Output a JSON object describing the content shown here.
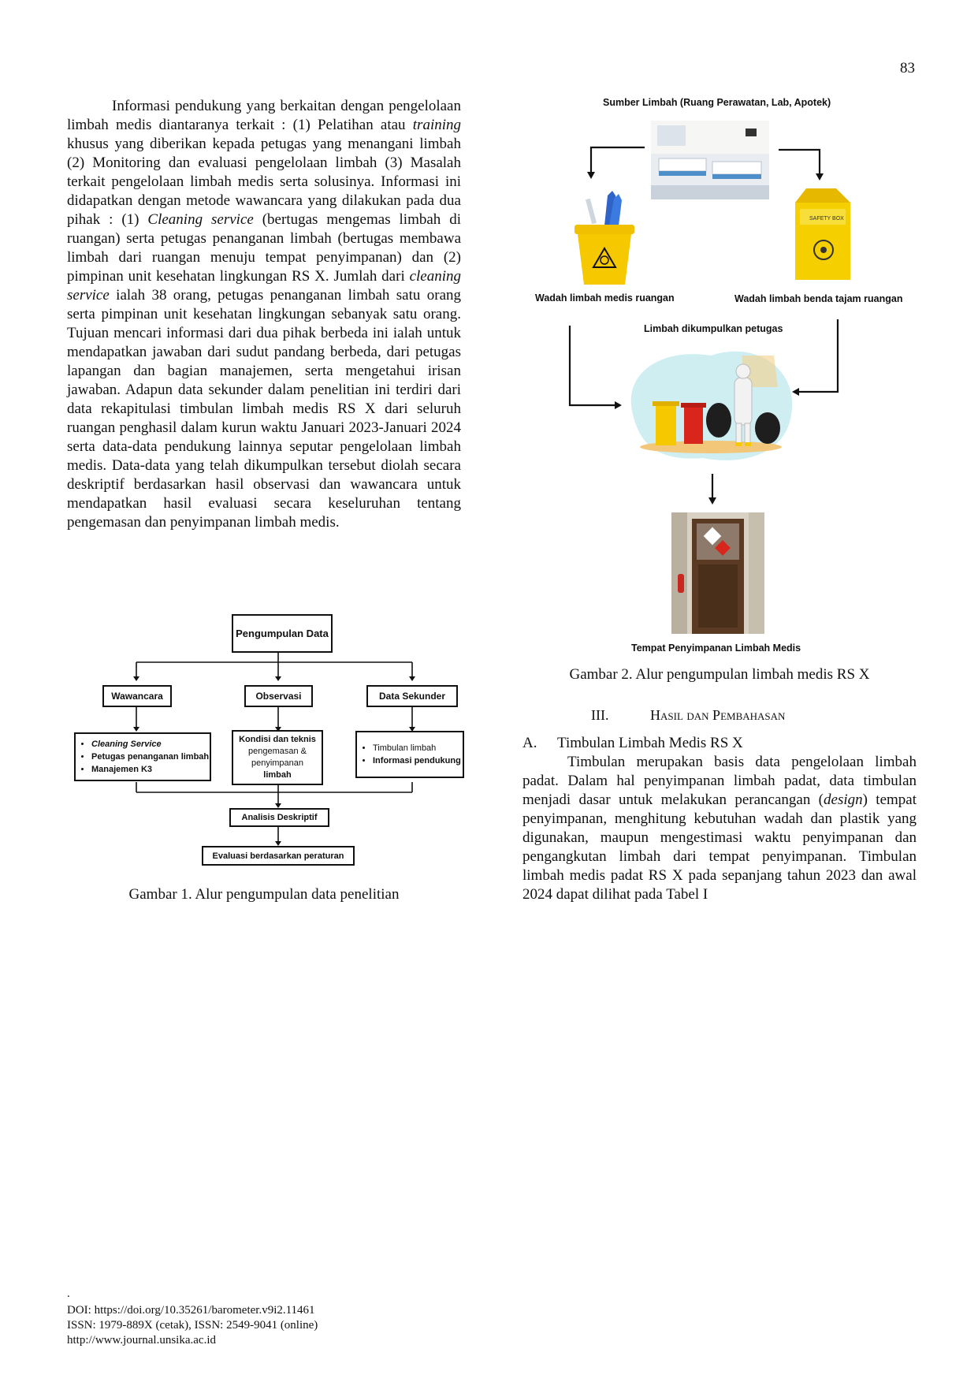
{
  "page_number": "83",
  "left_column": {
    "paragraph_segments": [
      {
        "t": "Informasi pendukung yang berkaitan dengan pengelolaan limbah medis diantaranya terkait : (1) Pelatihan atau ",
        "i": false
      },
      {
        "t": "training",
        "i": true
      },
      {
        "t": " khusus yang diberikan kepada petugas yang menangani limbah (2) Monitoring dan evaluasi pengelolaan limbah (3) Masalah terkait pengelolaan limbah medis serta solusinya. Informasi ini didapatkan dengan metode wawancara yang dilakukan pada dua pihak : (1) ",
        "i": false
      },
      {
        "t": "Cleaning service",
        "i": true
      },
      {
        "t": " (bertugas mengemas limbah di ruangan) serta petugas penanganan limbah (bertugas membawa limbah dari ruangan menuju tempat penyimpanan) dan (2) pimpinan unit kesehatan lingkungan RS X. Jumlah dari ",
        "i": false
      },
      {
        "t": "cleaning service",
        "i": true
      },
      {
        "t": " ialah 38 orang, petugas penanganan limbah satu orang serta pimpinan unit kesehatan lingkungan sebanyak satu orang. Tujuan mencari informasi dari dua pihak berbeda ini ialah untuk mendapatkan jawaban dari sudut pandang berbeda, dari petugas lapangan dan bagian manajemen, serta mengetahui irisan jawaban. Adapun data sekunder dalam penelitian ini terdiri dari data rekapitulasi timbulan limbah medis RS X dari seluruh ruangan penghasil dalam kurun waktu Januari 2023-Januari 2024 serta data-data pendukung lainnya seputar pengelolaan limbah medis. Data-data yang telah dikumpulkan tersebut diolah secara deskriptif berdasarkan hasil observasi dan wawancara untuk mendapatkan hasil evaluasi secara keseluruhan tentang pengemasan dan penyimpanan limbah medis.",
        "i": false
      }
    ]
  },
  "figure1": {
    "top": "Pengumpulan Data",
    "wawancara": "Wawancara",
    "observasi": "Observasi",
    "data_sekunder": "Data Sekunder",
    "wawancara_items": [
      "Cleaning Service",
      "Petugas penanganan limbah",
      "Manajemen K3"
    ],
    "observasi_detail": [
      "Kondisi dan teknis",
      "pengemasan &",
      "penyimpanan",
      "limbah"
    ],
    "sekunder_items": [
      "Timbulan limbah",
      "Informasi pendukung"
    ],
    "analisis": "Analisis Deskriptif",
    "evaluasi": "Evaluasi berdasarkan peraturan",
    "caption": "Gambar 1. Alur pengumpulan data penelitian"
  },
  "figure2": {
    "source": "Sumber Limbah (Ruang Perawatan, Lab, Apotek)",
    "wadah_medis": "Wadah limbah medis ruangan",
    "wadah_tajam": "Wadah limbah benda tajam ruangan",
    "collected": "Limbah dikumpulkan petugas",
    "storage": "Tempat Penyimpanan Limbah Medis",
    "safety_box": "SAFETY BOX",
    "caption": "Gambar 2. Alur pengumpulan limbah medis RS X"
  },
  "section": {
    "number": "III.",
    "title": "Hasil dan Pembahasan"
  },
  "subsection": {
    "letter": "A.",
    "title": "Timbulan Limbah Medis RS X"
  },
  "right_column": {
    "paragraph_segments": [
      {
        "t": "Timbulan merupakan basis data pengelolaan limbah padat. Dalam hal penyimpanan limbah padat, data timbulan menjadi dasar untuk melakukan perancangan (",
        "i": false
      },
      {
        "t": "design",
        "i": true
      },
      {
        "t": ") tempat penyimpanan, menghitung kebutuhan wadah dan plastik yang digunakan, maupun mengestimasi waktu penyimpanan dan pengangkutan limbah dari tempat penyimpanan. Timbulan limbah medis padat RS X pada sepanjang tahun 2023 dan awal 2024 dapat dilihat pada Tabel I",
        "i": false
      }
    ]
  },
  "footer": {
    "dot": ".",
    "doi": "DOI: https://doi.org/10.35261/barometer.v9i2.11461",
    "issn": "ISSN: 1979-889X (cetak), ISSN: 2549-9041 (online)",
    "url": "http://www.journal.unsika.ac.id"
  },
  "colors": {
    "yellow_bin": "#f5c800",
    "red_bin": "#d9261c",
    "blob": "#cfeef2",
    "door": "#5a3a22"
  }
}
